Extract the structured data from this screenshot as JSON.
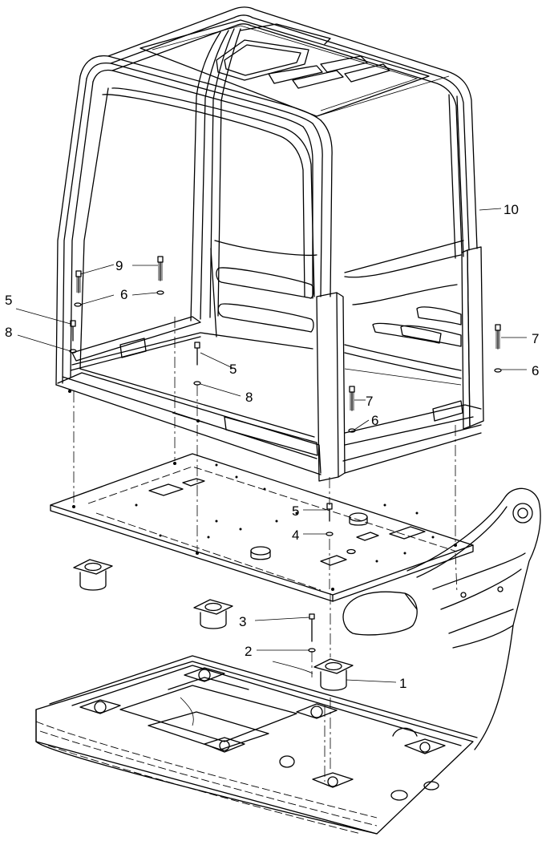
{
  "callouts": {
    "c1": "1",
    "c2": "2",
    "c3": "3",
    "c4": "4",
    "c5a": "5",
    "c5b": "5",
    "c5c": "5",
    "c6a": "6",
    "c6b": "6",
    "c6c": "6",
    "c7a": "7",
    "c7b": "7",
    "c8a": "8",
    "c8b": "8",
    "c9": "9",
    "c10": "10"
  }
}
